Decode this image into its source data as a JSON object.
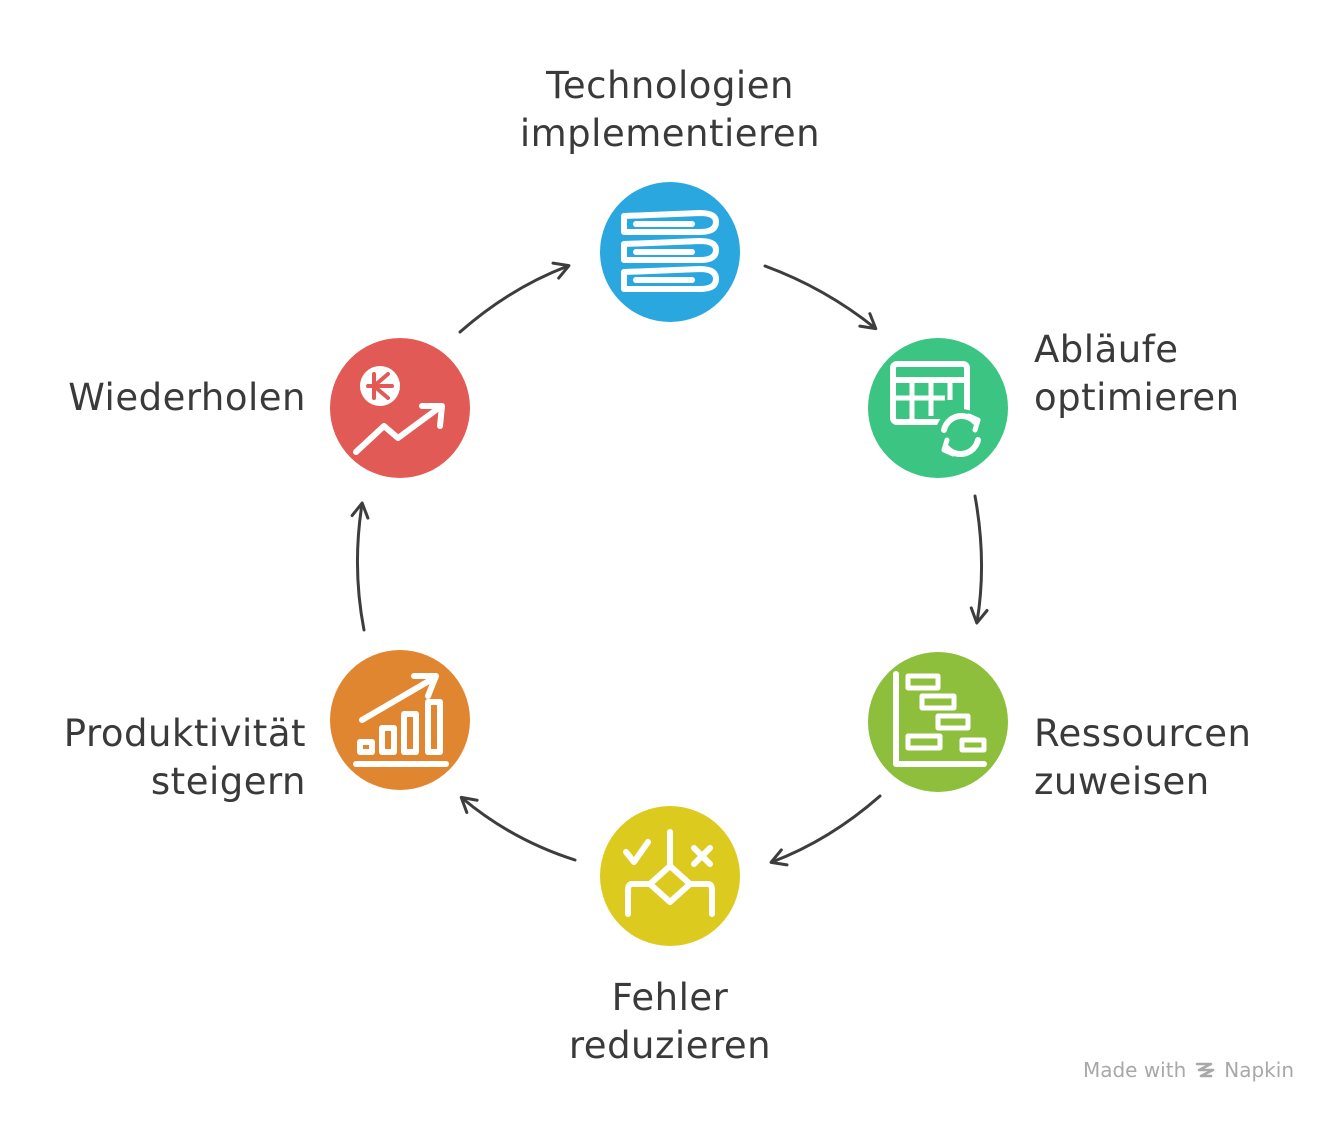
{
  "steps": [
    {
      "id": "technologien",
      "lines": [
        "Technologien",
        "implementieren"
      ],
      "color": "#2AA7DF",
      "icon": "server-stack-icon"
    },
    {
      "id": "ablaeufe",
      "lines": [
        "Abläufe",
        "optimieren"
      ],
      "color": "#3CC483",
      "icon": "spreadsheet-refresh-icon"
    },
    {
      "id": "ressourcen",
      "lines": [
        "Ressourcen",
        "zuweisen"
      ],
      "color": "#8DBE3C",
      "icon": "gantt-chart-icon"
    },
    {
      "id": "fehler",
      "lines": [
        "Fehler",
        "reduzieren"
      ],
      "color": "#DCCB1E",
      "icon": "decision-check-cross-icon"
    },
    {
      "id": "produktivitaet",
      "lines": [
        "Produktivität",
        "steigern"
      ],
      "color": "#E08530",
      "icon": "growth-bar-chart-icon"
    },
    {
      "id": "wiederholen",
      "lines": [
        "Wiederholen"
      ],
      "color": "#E25A55",
      "icon": "cycle-growth-icon"
    }
  ],
  "watermark": {
    "prefix": "Made with",
    "brand": "Napkin",
    "icon": "napkin-logo-icon"
  }
}
